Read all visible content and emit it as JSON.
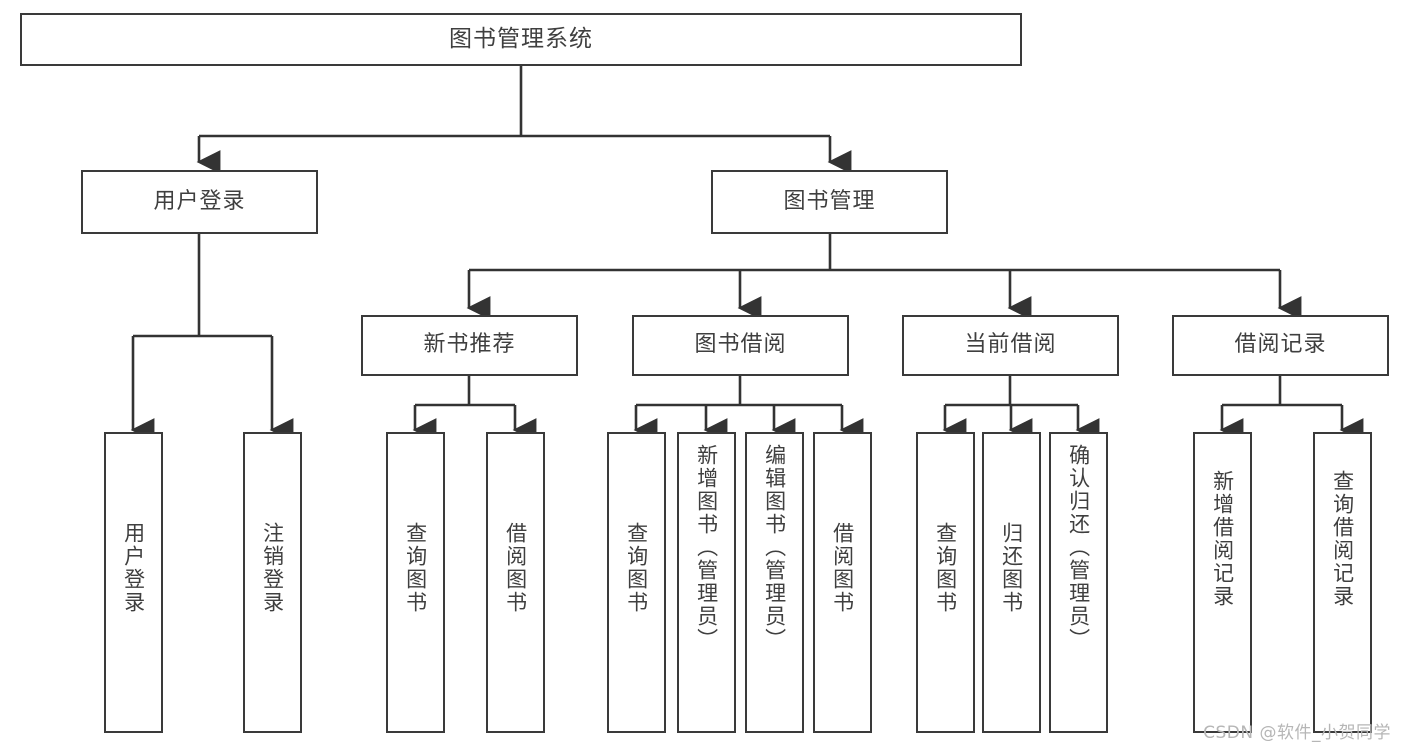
{
  "diagram": {
    "title": "图书管理系统",
    "type": "tree",
    "orientation": "top-down",
    "colors": {
      "box_border": "#3a3a3a",
      "box_fill": "#ffffff",
      "edge": "#333333",
      "text": "#3f3f3f",
      "watermark": "#b6b6b6",
      "background": "#ffffff"
    },
    "root": {
      "label": "图书管理系统"
    },
    "level2": [
      {
        "id": "user-login",
        "label": "用户登录"
      },
      {
        "id": "book-manage",
        "label": "图书管理"
      }
    ],
    "level3": [
      {
        "id": "new-book-recommend",
        "label": "新书推荐"
      },
      {
        "id": "book-borrow",
        "label": "图书借阅"
      },
      {
        "id": "current-borrow",
        "label": "当前借阅"
      },
      {
        "id": "borrow-record",
        "label": "借阅记录"
      }
    ],
    "leaves": {
      "user_login": [
        {
          "id": "leaf-user-login",
          "label": "用户登录"
        },
        {
          "id": "leaf-logout-login",
          "label": "注销登录"
        }
      ],
      "new_book_recommend": [
        {
          "id": "leaf-query-book-1",
          "label": "查询图书"
        },
        {
          "id": "leaf-borrow-book-1",
          "label": "借阅图书"
        }
      ],
      "book_borrow": [
        {
          "id": "leaf-query-book-2",
          "label": "查询图书"
        },
        {
          "id": "leaf-add-book",
          "label": "新增图书（管理员）"
        },
        {
          "id": "leaf-edit-book",
          "label": "编辑图书（管理员）"
        },
        {
          "id": "leaf-borrow-book-2",
          "label": "借阅图书"
        }
      ],
      "current_borrow": [
        {
          "id": "leaf-query-book-3",
          "label": "查询图书"
        },
        {
          "id": "leaf-return-book",
          "label": "归还图书"
        },
        {
          "id": "leaf-confirm-return",
          "label": "确认归还（管理员）"
        }
      ],
      "borrow_record": [
        {
          "id": "leaf-add-borrow-record",
          "label": "新增借阅记录"
        },
        {
          "id": "leaf-query-borrow-record",
          "label": "查询借阅记录"
        }
      ]
    }
  },
  "watermark": {
    "text": "CSDN @软件_小贺同学"
  }
}
